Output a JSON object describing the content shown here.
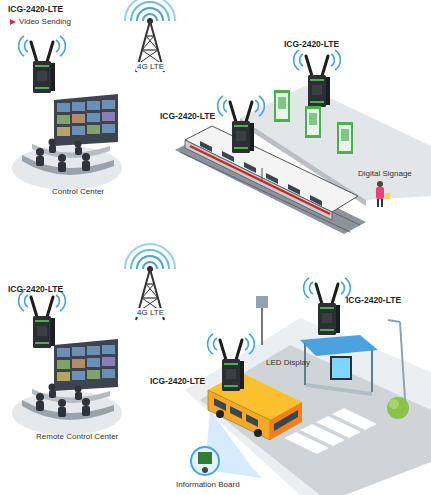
{
  "diagram": {
    "labels": [
      "ICG-2420-LTE",
      "Video Sending",
      "4G LTE",
      "ICG-2420-LTE",
      "ICG-2420-LTE",
      "Digital Signage",
      "Control Center",
      "4G LTE",
      "ICG-2420-LTE",
      "ICG-2420-LTE",
      "LED Display",
      "ICG-2420-LTE",
      "Remote Control Center",
      "Information Board"
    ]
  }
}
